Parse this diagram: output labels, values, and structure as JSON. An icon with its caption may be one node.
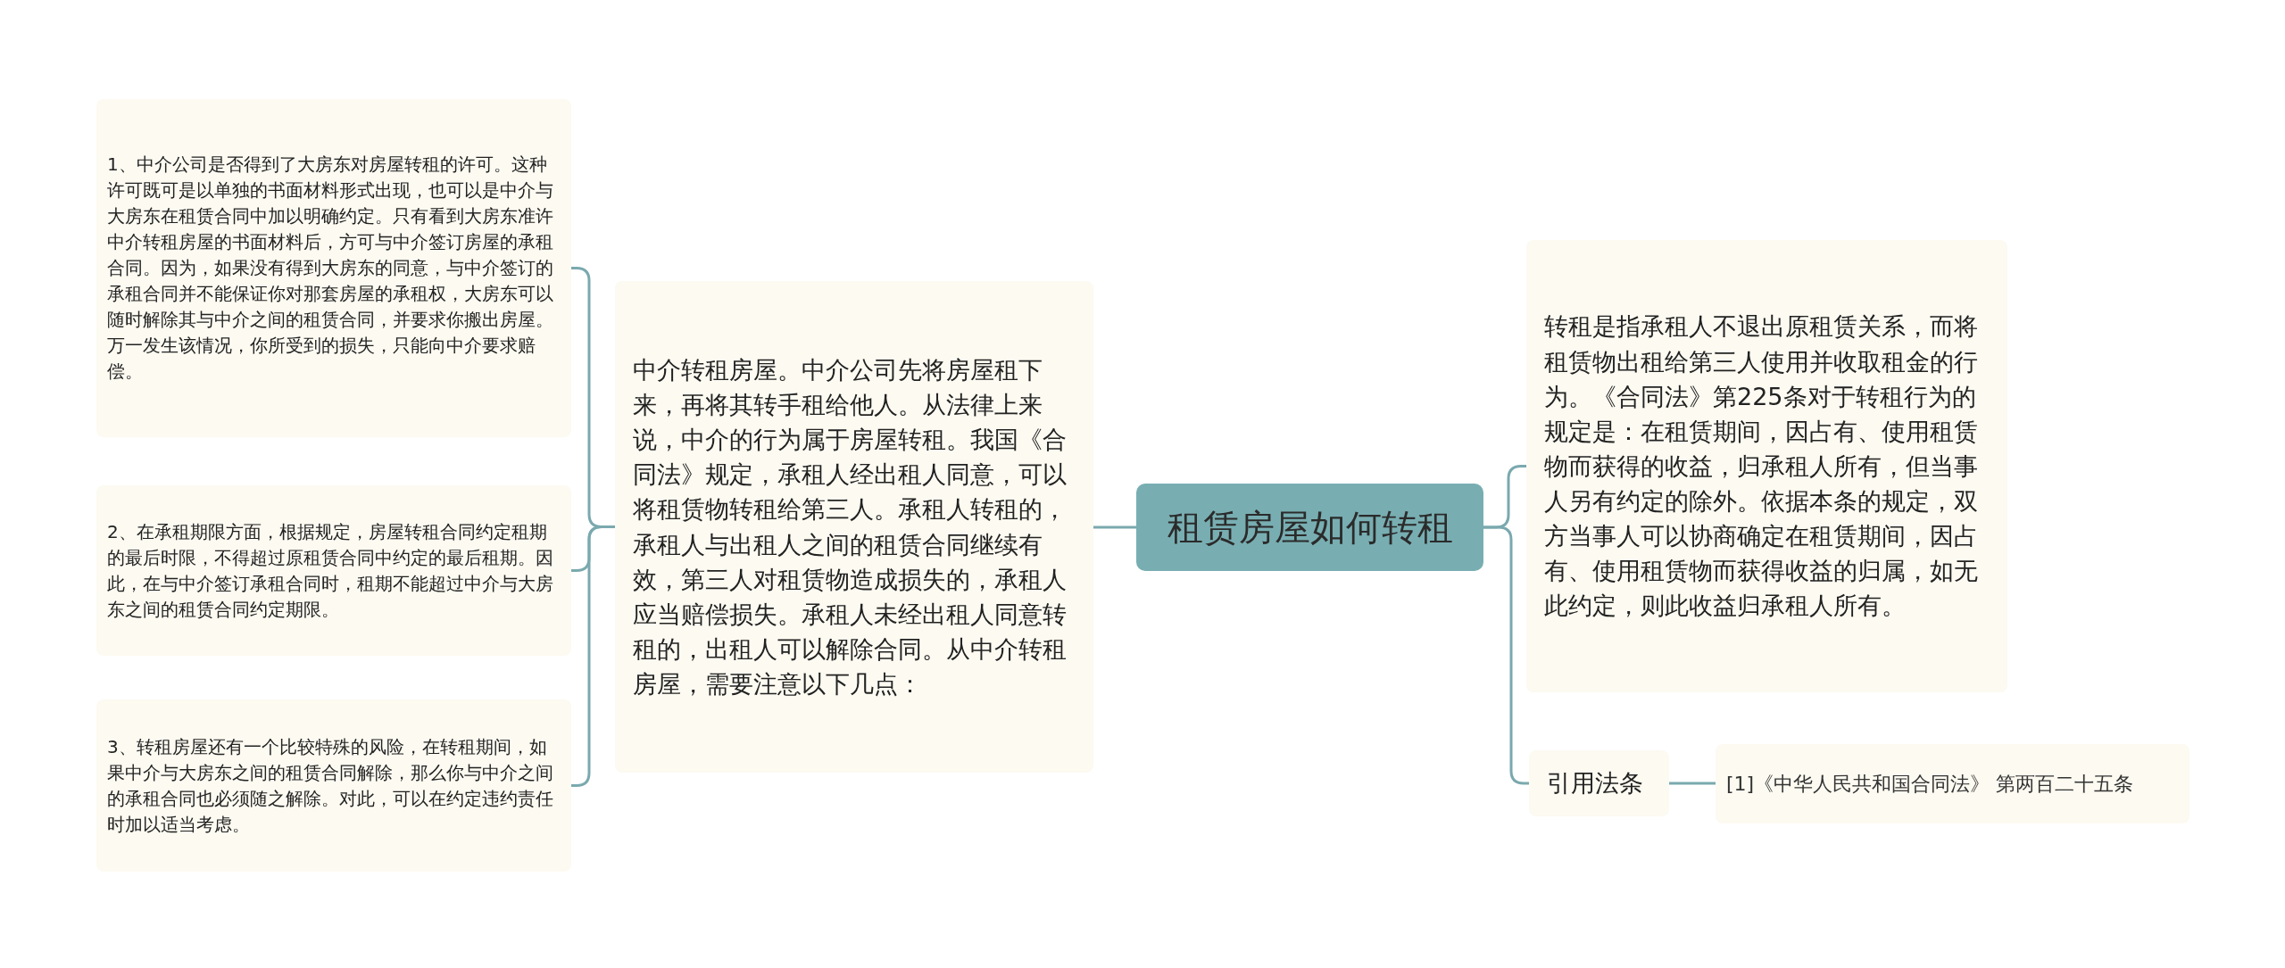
{
  "diagram": {
    "nodes": [
      {
        "text": [
          "租赁房屋如何转租"
        ]
      },
      {
        "text": [
          "中介转租房屋。中介公司先将房屋租下来，再将其转手租给他人。从法律上来说，中介的行为属于房屋转租。我国《合同法》规定，承租人经出租人同意，可以将租赁物转租给第三人。承租人转租的，承租人与出租人之间的租赁合同继续有效，第三人对租赁物造成损失的，承租人应当赔偿损失。承租人未经出租人同意转租的，出租人可以解除合同。从中介转租房屋，需要注意以下几点："
        ]
      },
      {
        "text": [
          "1、中介公司是否得到了大房东对房屋转租的许可。这种许可既可是以单独的书面材料形式出现，也可以是中介与大房东在租赁合同中加以明确约定。只有看到大房东准许中介转租房屋的书面材料后，方可与中介签订房屋的承租合同。因为，如果没有得到大房东的同意，与中介签订的承租合同并不能保证你对那套房屋的承租权，大房东可以随时解除其与中介之间的租赁合同，并要求你搬出房屋。万一发生该情况，你所受到的损失，只能向中介要求赔偿。"
        ]
      },
      {
        "text": [
          "2、在承租期限方面，根据规定，房屋转租合同约定租期的最后时限，不得超过原租赁合同中约定的最后租期。因此，在与中介签订承租合同时，租期不能超过中介与大房东之间的租赁合同约定期限。"
        ]
      },
      {
        "text": [
          "3、转租房屋还有一个比较特殊的风险，在转租期间，如果中介与大房东之间的租赁合同解除，那么你与中介之间的承租合同也必须随之解除。对此，可以在约定违约责任时加以适当考虑。"
        ]
      },
      {
        "text": [
          "转租是指承租人不退出原租赁关系，而将租赁物出租给第三人使用并收取租金的行为。《合同法》第225条对于转租行为的规定是：在租赁期间，因占有、使用租赁物而获得的收益，归承租人所有，但当事人另有约定的除外。依据本条的规定，双方当事人可以协商确定在租赁期间，因占有、使用租赁物而获得收益的归属，如无此约定，则此收益归承租人所有。"
        ]
      },
      {
        "text": [
          "引用法条"
        ]
      },
      {
        "text": [
          "[1]《中华人民共和国合同法》 第两百二十五条"
        ]
      }
    ],
    "edges": [
      {
        "from": 0,
        "to": 1,
        "arrow": "none"
      },
      {
        "from": 1,
        "to": 2,
        "arrow": "none"
      },
      {
        "from": 1,
        "to": 3,
        "arrow": "none"
      },
      {
        "from": 1,
        "to": 4,
        "arrow": "none"
      },
      {
        "from": 0,
        "to": 5,
        "arrow": "none"
      },
      {
        "from": 0,
        "to": 6,
        "arrow": "none"
      },
      {
        "from": 6,
        "to": 7,
        "arrow": "none"
      }
    ]
  }
}
